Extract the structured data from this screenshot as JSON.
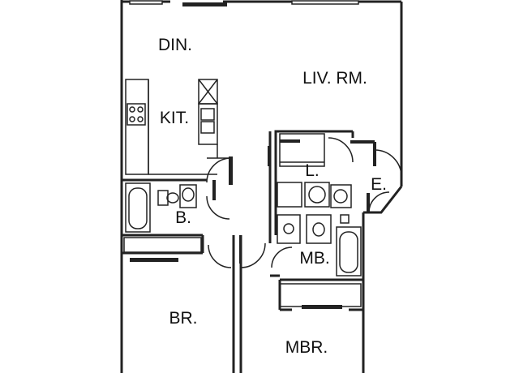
{
  "rooms": {
    "dining": "DIN.",
    "living": "LIV. RM.",
    "kitchen": "KIT.",
    "laundry": "L.",
    "entry": "E.",
    "bath": "B.",
    "master_bath": "MB.",
    "bedroom": "BR.",
    "master_bedroom": "MBR."
  },
  "colors": {
    "wall": "#222222",
    "background": "#ffffff"
  }
}
